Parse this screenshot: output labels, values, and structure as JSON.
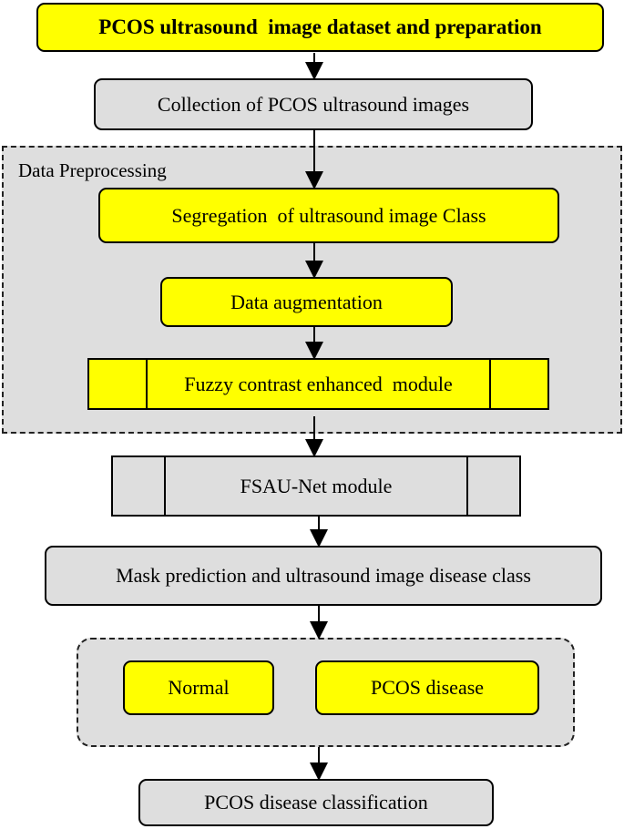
{
  "diagram": {
    "title": "PCOS ultrasound  image dataset and preparation",
    "collection": "Collection of PCOS ultrasound images",
    "preprocessing": {
      "label": "Data Preprocessing",
      "segregation": "Segregation  of ultrasound image Class",
      "augmentation": "Data augmentation",
      "fuzzy": "Fuzzy contrast enhanced  module"
    },
    "fsau": "FSAU-Net module",
    "mask": "Mask prediction and ultrasound image disease class",
    "classes": {
      "normal": "Normal",
      "pcos": "PCOS disease"
    },
    "final": "PCOS disease classification"
  },
  "colors": {
    "highlight": "#ffff00",
    "neutral": "#dedede"
  }
}
